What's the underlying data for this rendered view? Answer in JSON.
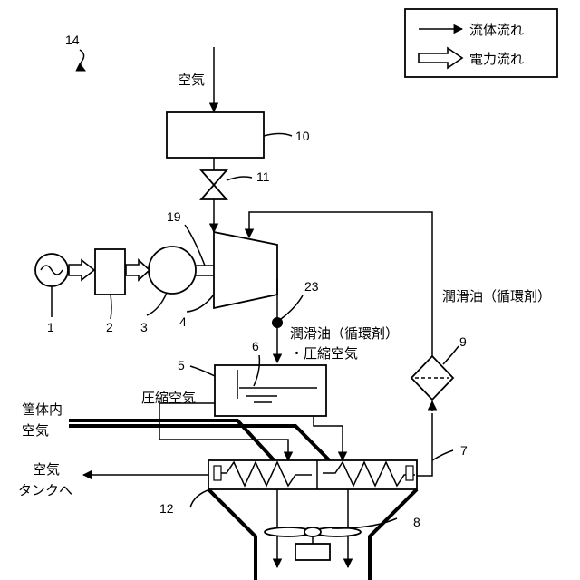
{
  "legend": {
    "fluid_flow": "流体流れ",
    "power_flow": "電力流れ"
  },
  "labels": {
    "air_in": "空気",
    "lube_oil_right": "潤滑油（循環剤）",
    "lube_oil_mid_line1": "潤滑油（循環剤）",
    "lube_oil_mid_line2": "・圧縮空気",
    "compressed_air": "圧縮空気",
    "enclosure_air_line1": "筐体内",
    "enclosure_air_line2": "空気",
    "to_tank_line1": "空気",
    "to_tank_line2": "タンクへ"
  },
  "reference_numbers": {
    "system": "14",
    "power_source": "1",
    "inverter": "2",
    "motor": "3",
    "compressor": "4",
    "separator": "5",
    "separator_inner": "6",
    "heat_exchanger": "7",
    "fan": "8",
    "filter": "9",
    "suction_filter": "10",
    "valve": "11",
    "aftercooler": "12",
    "shaft": "19",
    "junction": "23"
  }
}
